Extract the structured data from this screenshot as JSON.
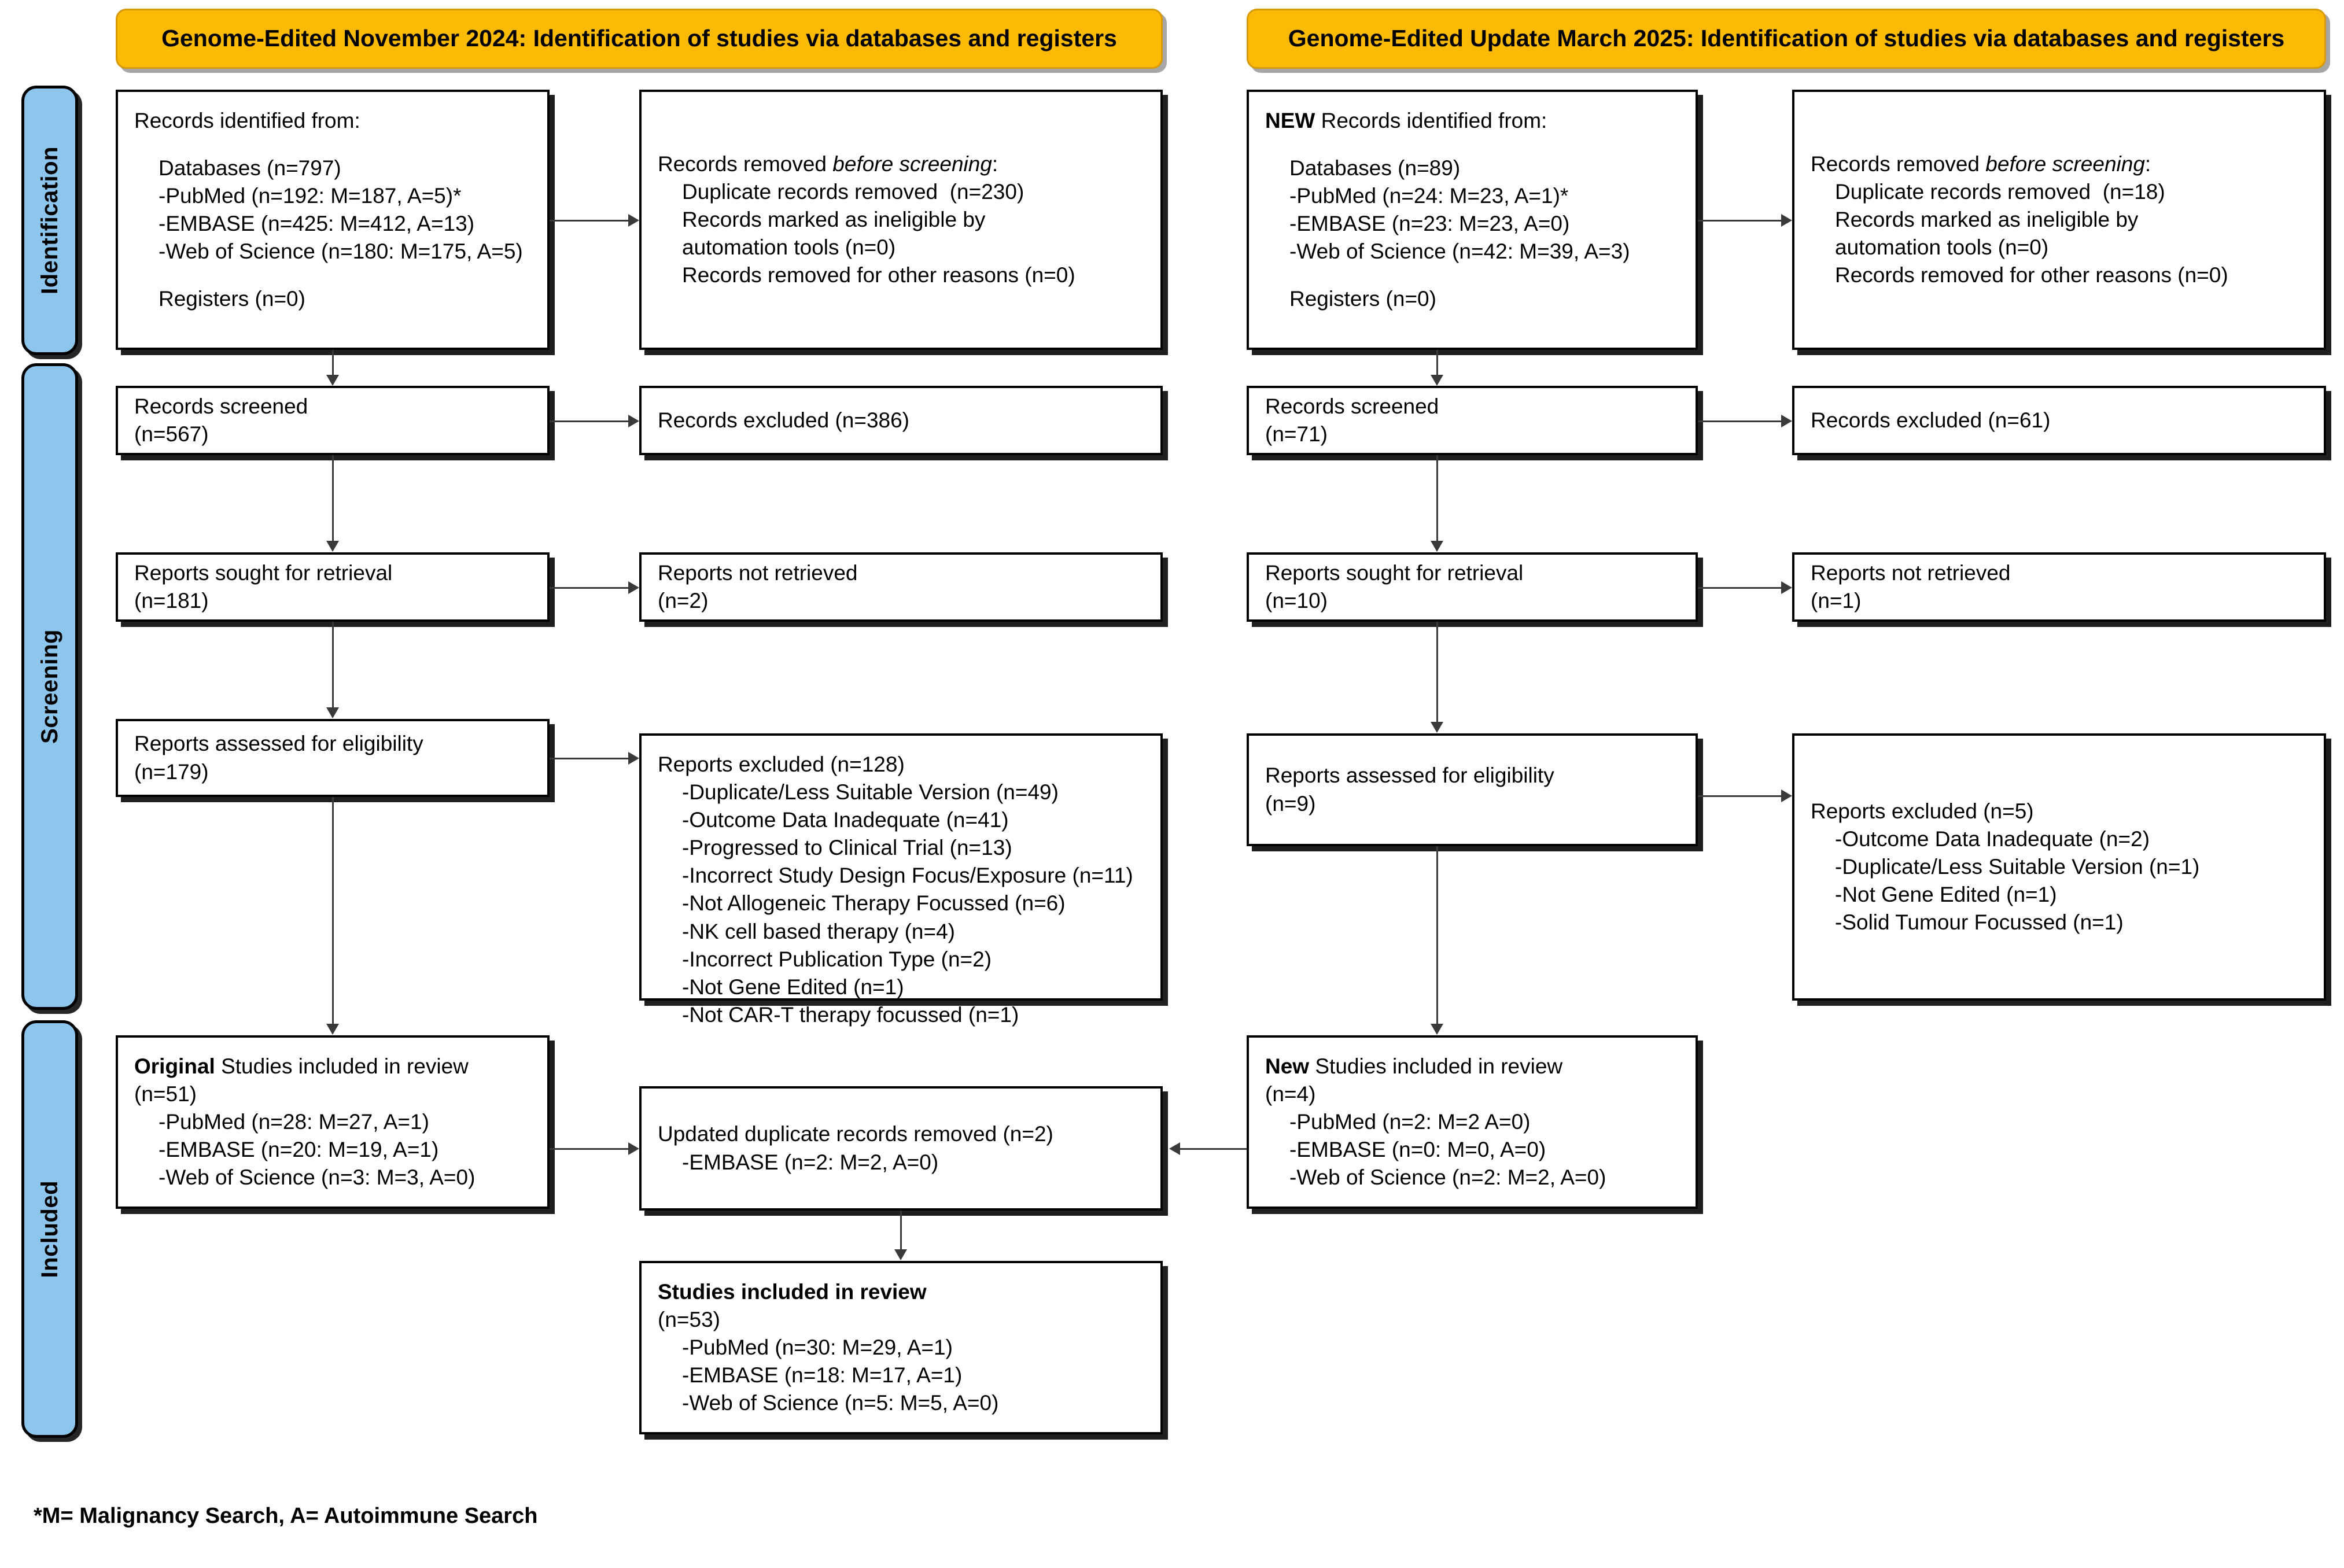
{
  "phases": [
    {
      "label": "Identification"
    },
    {
      "label": "Screening"
    },
    {
      "label": "Included"
    }
  ],
  "headers": {
    "left": "Genome-Edited November 2024: Identification of studies via databases and registers",
    "right": "Genome-Edited Update March 2025: Identification of studies via databases and registers"
  },
  "left_column": {
    "identification": {
      "title": "Records identified from:",
      "databases_heading": "Databases (n=797)",
      "databases": [
        "-PubMed (n=192: M=187, A=5)*",
        "-EMBASE (n=425: M=412, A=13)",
        "-Web of Science (n=180: M=175, A=5)"
      ],
      "registers": "Registers (n=0)"
    },
    "removed_before_screening": {
      "title_prefix": "Records removed ",
      "title_italic": "before screening",
      "title_suffix": ":",
      "items": [
        "Duplicate records removed  (n=230)",
        "Records marked as ineligible by",
        "automation tools (n=0)",
        "Records removed for other reasons (n=0)"
      ]
    },
    "records_screened": {
      "title": "Records screened",
      "count": "(n=567)"
    },
    "records_excluded": {
      "title": "Records excluded (n=386)"
    },
    "reports_sought": {
      "title": "Reports sought for retrieval",
      "count": "(n=181)"
    },
    "reports_not_retrieved": {
      "title": "Reports not retrieved",
      "count": "(n=2)"
    },
    "reports_assessed": {
      "title": "Reports assessed for eligibility",
      "count": "(n=179)"
    },
    "reports_excluded": {
      "title": "Reports excluded (n=128)",
      "reasons": [
        "-Duplicate/Less Suitable Version (n=49)",
        "-Outcome Data Inadequate (n=41)",
        "-Progressed to Clinical Trial (n=13)",
        "-Incorrect Study Design Focus/Exposure (n=11)",
        "-Not Allogeneic Therapy Focussed (n=6)",
        "-NK cell based therapy (n=4)",
        "-Incorrect Publication Type (n=2)",
        "-Not Gene Edited (n=1)",
        "-Not CAR-T therapy focussed (n=1)"
      ]
    },
    "original_included": {
      "title_bold": "Original",
      "title_rest": " Studies included in review",
      "count": "(n=51)",
      "sources": [
        "-PubMed (n=28: M=27, A=1)",
        "-EMBASE (n=20: M=19, A=1)",
        "-Web of Science (n=3: M=3, A=0)"
      ]
    }
  },
  "right_column": {
    "identification": {
      "title_bold": "NEW",
      "title_rest": " Records identified from:",
      "databases_heading": "Databases (n=89)",
      "databases": [
        "-PubMed (n=24: M=23, A=1)*",
        "-EMBASE (n=23: M=23, A=0)",
        "-Web of Science (n=42: M=39, A=3)"
      ],
      "registers": "Registers (n=0)"
    },
    "removed_before_screening": {
      "title_prefix": "Records removed ",
      "title_italic": "before screening",
      "title_suffix": ":",
      "items": [
        "Duplicate records removed  (n=18)",
        "Records marked as ineligible by",
        "automation tools (n=0)",
        "Records removed for other reasons (n=0)"
      ]
    },
    "records_screened": {
      "title": "Records screened",
      "count": "(n=71)"
    },
    "records_excluded": {
      "title": "Records excluded (n=61)"
    },
    "reports_sought": {
      "title": "Reports sought for retrieval",
      "count": "(n=10)"
    },
    "reports_not_retrieved": {
      "title": "Reports not retrieved",
      "count": "(n=1)"
    },
    "reports_assessed": {
      "title": "Reports assessed for eligibility",
      "count": "(n=9)"
    },
    "reports_excluded": {
      "title": "Reports excluded (n=5)",
      "reasons": [
        "-Outcome Data Inadequate (n=2)",
        "-Duplicate/Less Suitable Version (n=1)",
        "-Not Gene Edited (n=1)",
        "-Solid Tumour Focussed (n=1)"
      ]
    },
    "new_included": {
      "title_bold": "New",
      "title_rest": " Studies included in review",
      "count": "(n=4)",
      "sources": [
        "-PubMed (n=2: M=2 A=0)",
        "-EMBASE (n=0: M=0, A=0)",
        "-Web of Science (n=2: M=2, A=0)"
      ]
    }
  },
  "merge": {
    "updated_duplicates": {
      "title": "Updated duplicate records removed (n=2)",
      "detail": "-EMBASE (n=2: M=2, A=0)"
    },
    "final_included": {
      "title": "Studies included in review",
      "count": "(n=53)",
      "sources": [
        "-PubMed (n=30: M=29, A=1)",
        "-EMBASE (n=18: M=17, A=1)",
        "-Web of Science (n=5: M=5, A=0)"
      ]
    }
  },
  "footnote": "*M= Malignancy Search, A= Autoimmune Search",
  "colors": {
    "phase_bar": "#8EC5EC",
    "header_bar": "#FBBA06",
    "box_border": "#000000",
    "connector": "#3A3A3A"
  }
}
